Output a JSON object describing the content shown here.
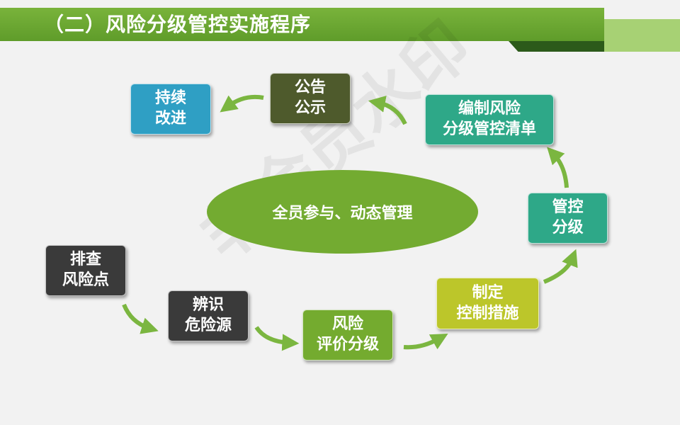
{
  "title": "（二）风险分级管控实施程序",
  "watermark": "非会员水印",
  "center": "全员参与、动态管理",
  "colors": {
    "title_green": "#6aa533",
    "ellipse_green": "#73ab31",
    "arrow_green": "#7bb640"
  },
  "steps": [
    {
      "id": "investigate",
      "label": "排查\n风险点",
      "color": "#3a3a3a"
    },
    {
      "id": "identify",
      "label": "辨识\n危险源",
      "color": "#3a3a3a"
    },
    {
      "id": "evaluate",
      "label": "风险\n评价分级",
      "color": "#74ab2f"
    },
    {
      "id": "measures",
      "label": "制定\n控制措施",
      "color": "#bcc62a"
    },
    {
      "id": "control",
      "label": "管控\n分级",
      "color": "#2ea888"
    },
    {
      "id": "list",
      "label": "编制风险\n分级管控清单",
      "color": "#2ea888"
    },
    {
      "id": "publish",
      "label": "公告\n公示",
      "color": "#4e5a2c"
    },
    {
      "id": "improve",
      "label": "持续\n改进",
      "color": "#2f9fc4"
    }
  ]
}
